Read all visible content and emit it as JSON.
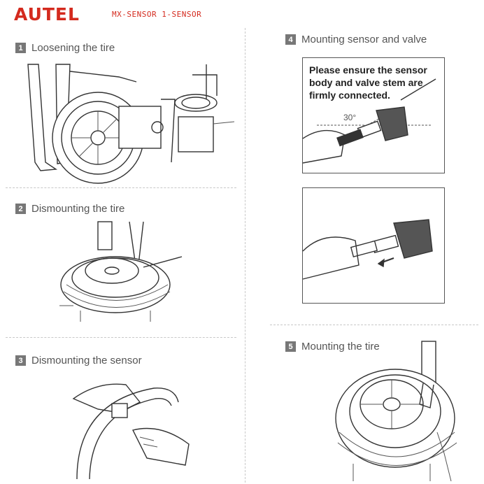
{
  "header": {
    "brand": "AUTEL",
    "subtitle": "MX-SENSOR 1-SENSOR",
    "brand_color": "#d42a1e"
  },
  "steps": [
    {
      "num": "1",
      "label": "Loosening the tire"
    },
    {
      "num": "2",
      "label": "Dismounting the tire"
    },
    {
      "num": "3",
      "label": "Dismounting the sensor"
    },
    {
      "num": "4",
      "label": "Mounting sensor and valve"
    },
    {
      "num": "5",
      "label": "Mounting the tire"
    }
  ],
  "panel4": {
    "note_lines": [
      "Please ensure the sensor",
      "body and valve stem are",
      "firmly connected."
    ],
    "angle_label": "30°"
  }
}
